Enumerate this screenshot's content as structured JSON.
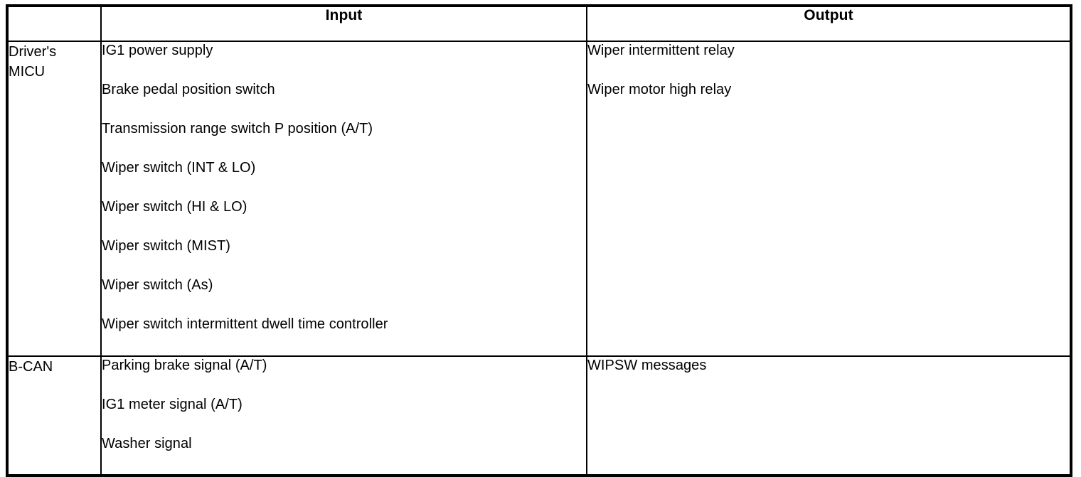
{
  "table": {
    "columns": {
      "system_header": "",
      "input_header": "Input",
      "output_header": "Output"
    },
    "rows": [
      {
        "system": "Driver's MICU",
        "system_line1": "Driver's",
        "system_line2": "MICU",
        "inputs": [
          "IG1 power supply",
          "Brake pedal position switch",
          "Transmission range switch P position (A/T)",
          "Wiper switch (INT & LO)",
          "Wiper switch (HI & LO)",
          "Wiper switch (MIST)",
          "Wiper switch (As)",
          "Wiper switch intermittent dwell time controller"
        ],
        "outputs": [
          "Wiper intermittent relay",
          "Wiper motor high relay"
        ]
      },
      {
        "system": "B-CAN",
        "system_line1": "B-CAN",
        "system_line2": "",
        "inputs": [
          "Parking brake signal (A/T)",
          "IG1 meter signal (A/T)",
          "Washer signal"
        ],
        "outputs": [
          "WIPSW messages"
        ]
      }
    ]
  },
  "colors": {
    "border": "#000000",
    "text": "#000000",
    "background": "#ffffff"
  }
}
